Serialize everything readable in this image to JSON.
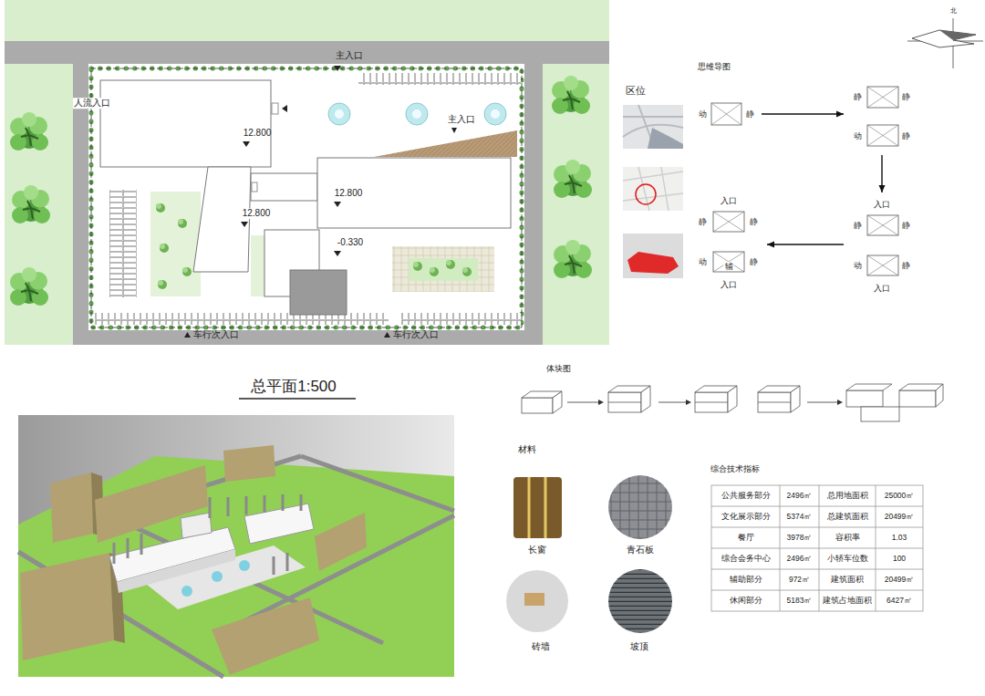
{
  "diagram": {
    "title": "总平面1:500",
    "nodes": [
      {
        "text": [
          "动",
          "静"
        ]
      },
      {
        "text": [
          "静",
          "静",
          "动",
          "静"
        ]
      },
      {
        "text": [
          "入口",
          "静",
          "静",
          "动",
          "静",
          "入口"
        ]
      },
      {
        "text": [
          "入口",
          "静",
          "静",
          "动",
          "辅",
          "静",
          "入口"
        ]
      }
    ],
    "edges": [
      {
        "from": 0,
        "to": 1,
        "arrow": "to"
      },
      {
        "from": 1,
        "to": 2,
        "arrow": "to"
      },
      {
        "from": 2,
        "to": 3,
        "arrow": "to"
      }
    ],
    "labels": [
      "主入口",
      "人流入口",
      "12.800",
      "主入口",
      "12.800",
      "12.800",
      "-0.330",
      "车行次入口",
      "车行次入口",
      "北",
      "思维导图",
      "区位",
      "体块图",
      "材料",
      "长窗",
      "青石板",
      "砖墙",
      "坡顶",
      "综合技术指标",
      "公共服务部分",
      "2496㎡",
      "总用地面积",
      "25000㎡",
      "文化展示部分",
      "5374㎡",
      "总建筑面积",
      "20499㎡",
      "餐厅",
      "3978㎡",
      "容积率",
      "1.03",
      "综合会务中心",
      "2496㎡",
      "小轿车位数",
      "100",
      "辅助部分",
      "972㎡",
      "建筑面积",
      "20499㎡",
      "休闲部分",
      "5183㎡",
      "建筑占地面积",
      "6427㎡"
    ]
  }
}
